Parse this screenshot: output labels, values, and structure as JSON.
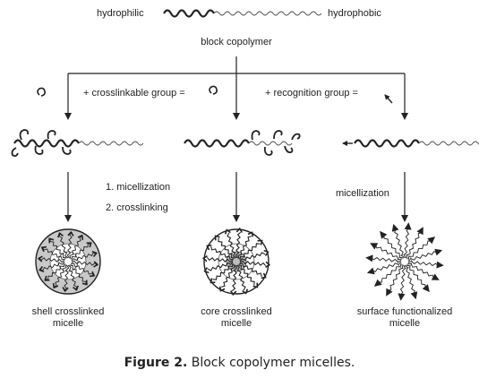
{
  "top": {
    "hydrophilic": "hydrophilic",
    "hydrophobic": "hydrophobic",
    "copolymer": "block copolymer"
  },
  "branch_labels": {
    "crosslinkable": "+ crosslinkable group =",
    "recognition": "+ recognition group ="
  },
  "steps": {
    "step1": "1. micellization",
    "step2": "2. crosslinking",
    "micellization": "micellization"
  },
  "micelles": [
    {
      "line1": "shell crosslinked",
      "line2": "micelle",
      "fill": "#c9c9c9",
      "core": "#ffffff"
    },
    {
      "line1": "core crosslinked",
      "line2": "micelle",
      "fill": "#ffffff",
      "core": "#bdbdbd"
    },
    {
      "line1": "surface functionalized",
      "line2": "micelle",
      "fill": "#ffffff",
      "core": "#ffffff"
    }
  ],
  "caption": {
    "label": "Figure 2.",
    "text": "Block copolymer micelles."
  }
}
